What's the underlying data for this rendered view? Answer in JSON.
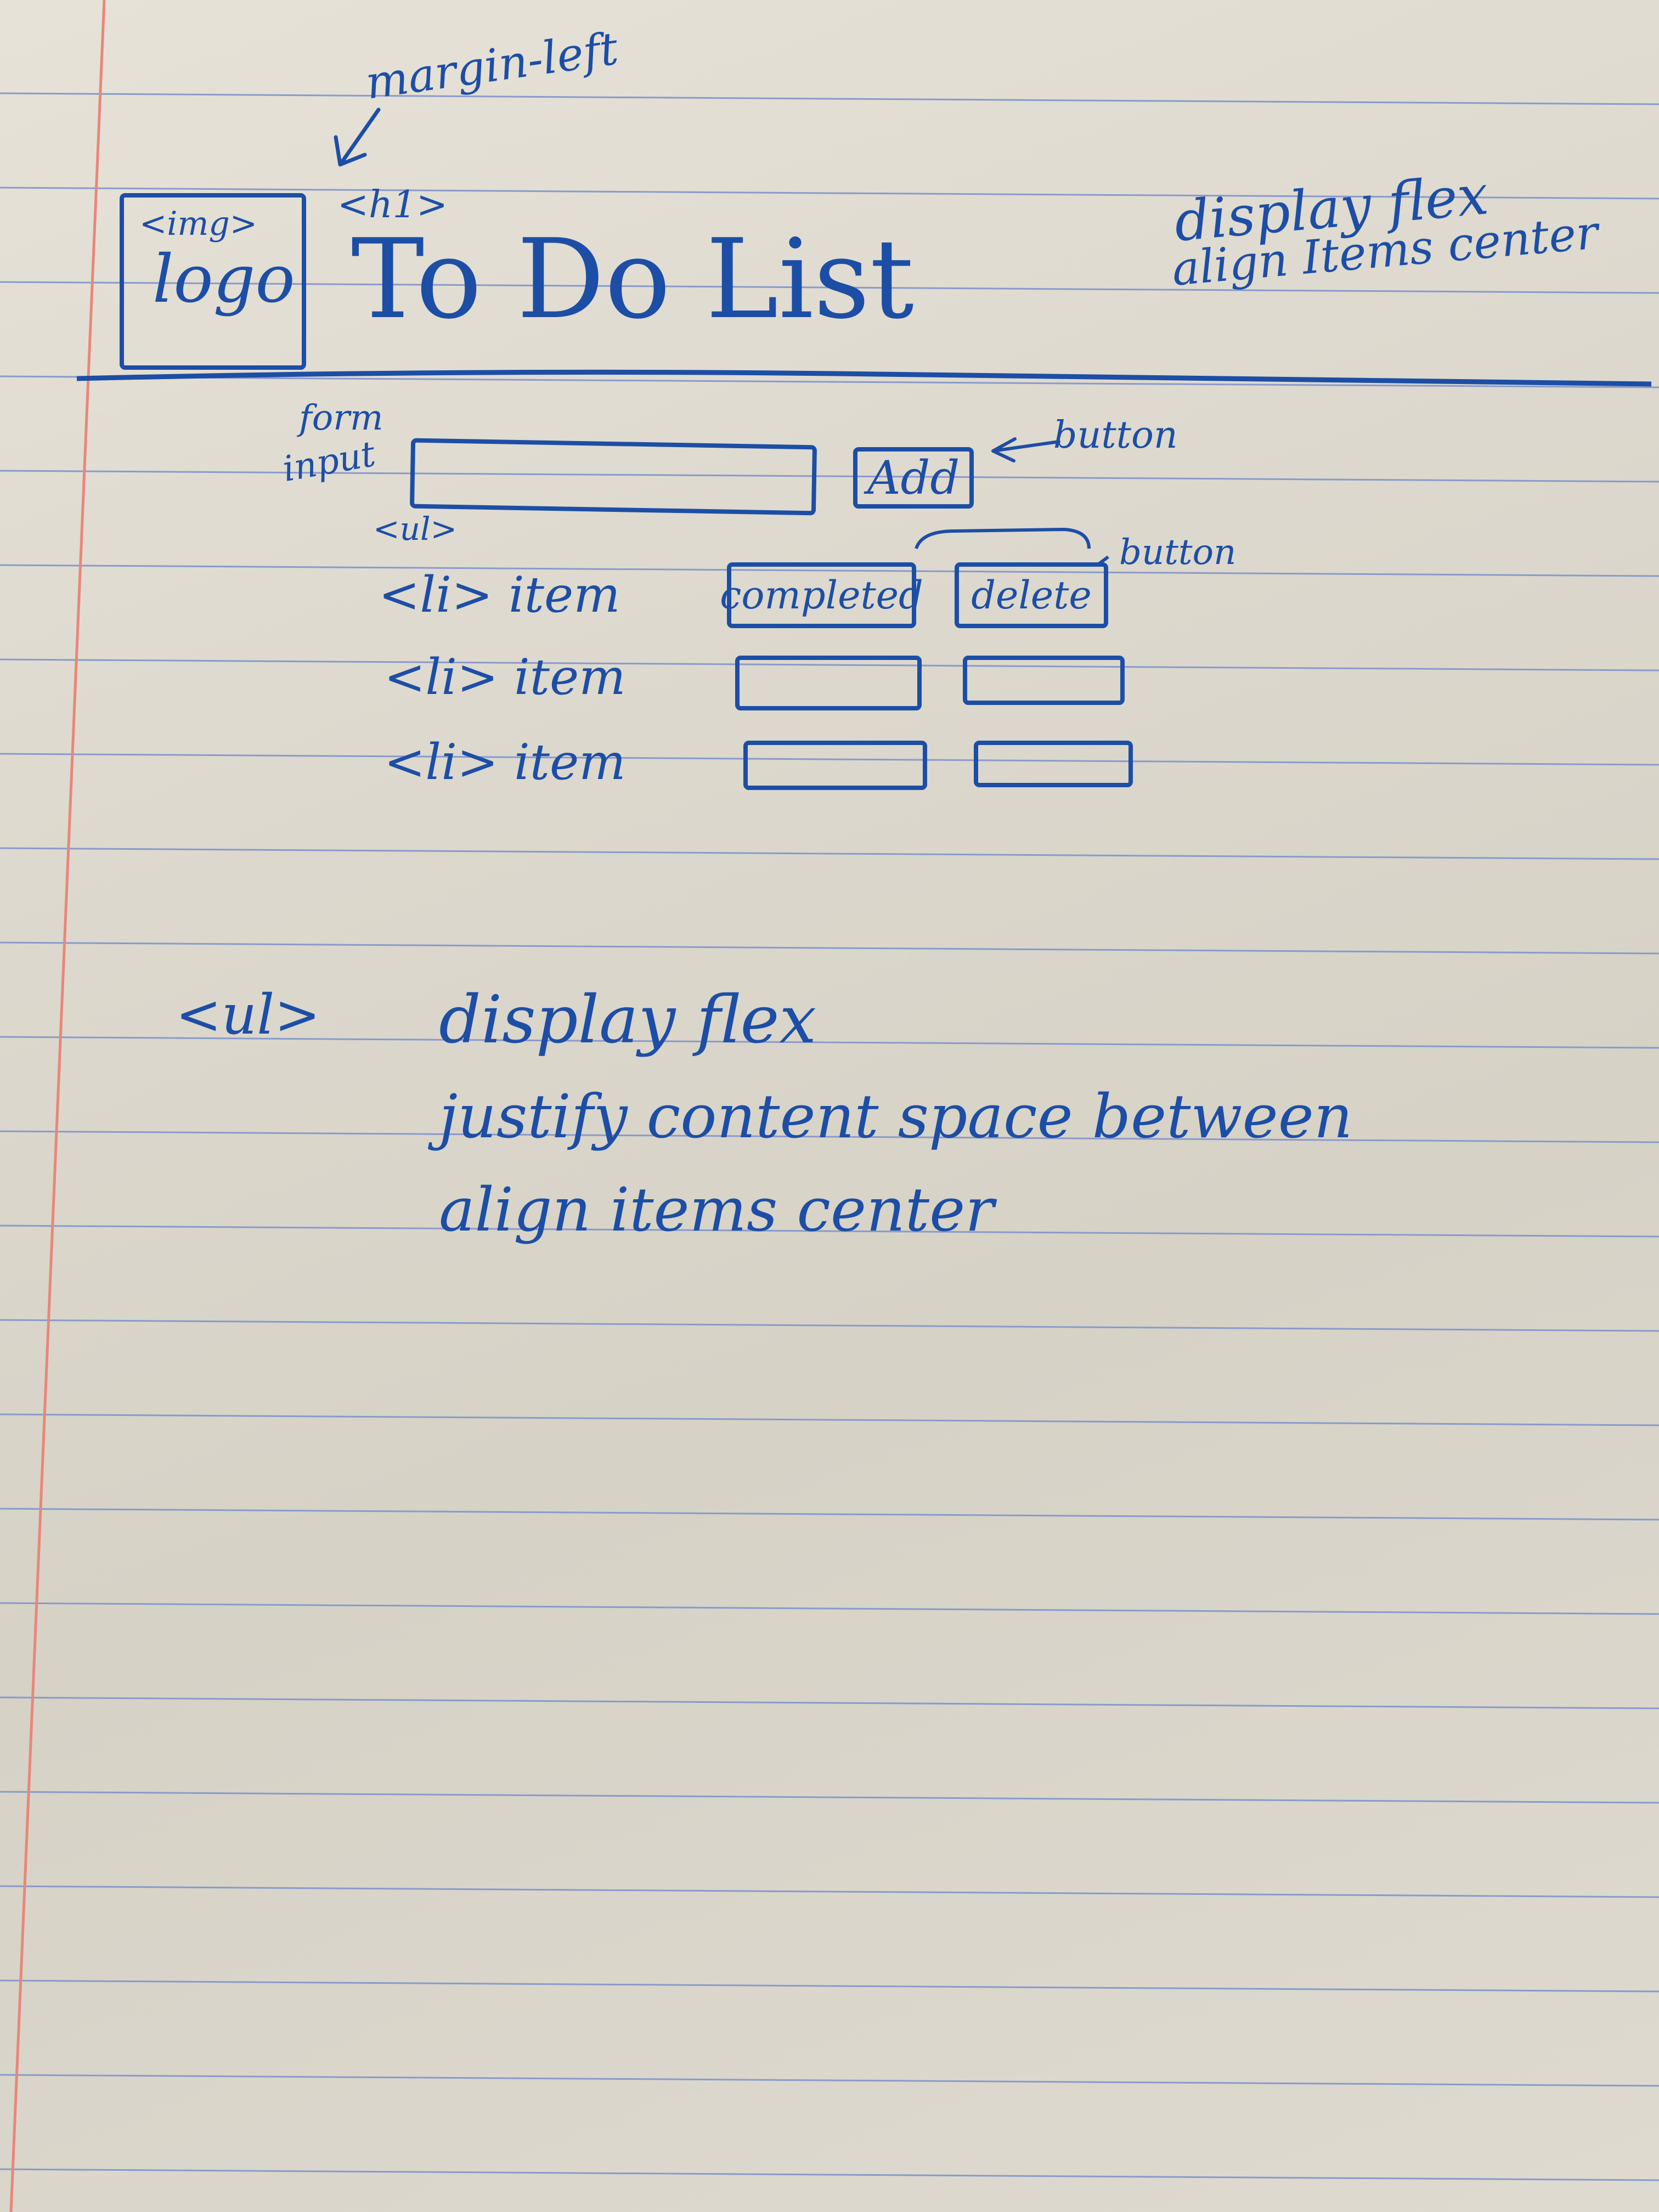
{
  "annotations": {
    "margin_left": "margin-left",
    "img_tag": "<img>",
    "h1_tag": "<h1>",
    "form_label": "form",
    "input_label": "input",
    "ul_tag_small": "<ul>",
    "button_label_1": "button",
    "button_label_2": "button",
    "header_note_line1": "display flex",
    "header_note_line2": "align Items center"
  },
  "header": {
    "logo_text": "logo",
    "title": "To Do List"
  },
  "form": {
    "input_value": "",
    "add_label": "Add"
  },
  "list": {
    "items": [
      {
        "label": "<li> item",
        "completed_label": "completed",
        "delete_label": "delete"
      },
      {
        "label": "<li> item",
        "completed_label": "",
        "delete_label": ""
      },
      {
        "label": "<li> item",
        "completed_label": "",
        "delete_label": ""
      }
    ]
  },
  "ul_notes": {
    "tag": "<ul>",
    "line1": "display flex",
    "line2": "justify content space between",
    "line3": "align items center"
  },
  "colors": {
    "ink": "#1d4ea6",
    "ruled_line": "#8a9acb",
    "margin_line": "#e8877a",
    "paper": "#dedad0"
  }
}
